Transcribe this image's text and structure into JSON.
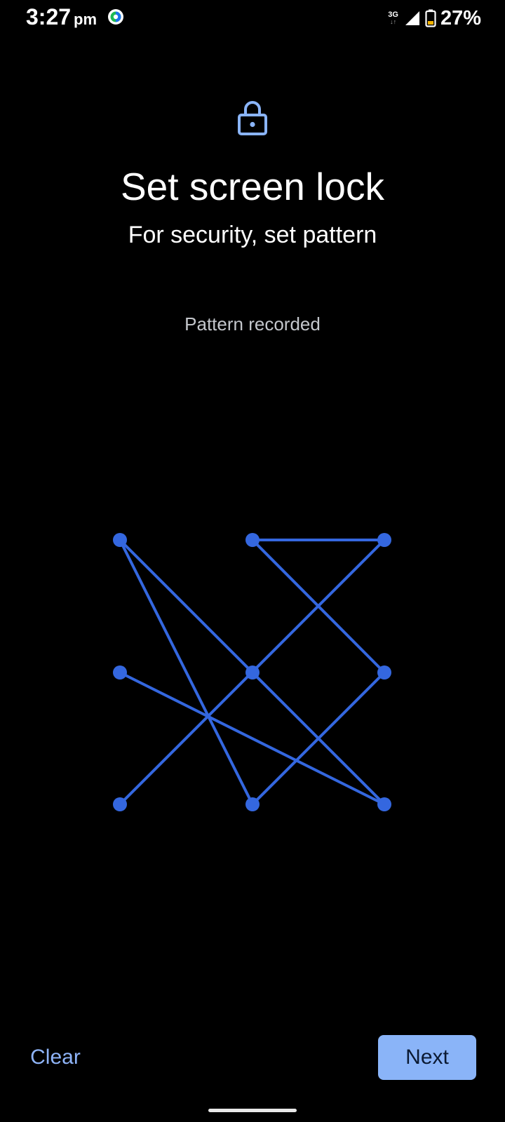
{
  "status_bar": {
    "time": "3:27",
    "ampm": "pm",
    "network_type": "3G",
    "battery_percent": "27%",
    "icons": [
      "app-notification-icon",
      "signal-icon",
      "battery-icon"
    ],
    "colors": {
      "battery_fill": "#f5b400",
      "app_icon_green": "#1db954",
      "app_icon_blue": "#1a73e8"
    }
  },
  "header": {
    "icon": "lock-icon",
    "title": "Set screen lock",
    "subtitle": "For security, set pattern"
  },
  "pattern": {
    "status_text": "Pattern recorded",
    "color": "#3467df",
    "dots": [
      {
        "row": 0,
        "col": 0
      },
      {
        "row": 0,
        "col": 1
      },
      {
        "row": 0,
        "col": 2
      },
      {
        "row": 1,
        "col": 0
      },
      {
        "row": 1,
        "col": 1
      },
      {
        "row": 1,
        "col": 2
      },
      {
        "row": 2,
        "col": 0
      },
      {
        "row": 2,
        "col": 1
      },
      {
        "row": 2,
        "col": 2
      }
    ],
    "segments": [
      [
        [
          0,
          1
        ],
        [
          0,
          2
        ]
      ],
      [
        [
          0,
          1
        ],
        [
          1,
          2
        ]
      ],
      [
        [
          0,
          2
        ],
        [
          2,
          0
        ]
      ],
      [
        [
          0,
          0
        ],
        [
          2,
          1
        ]
      ],
      [
        [
          0,
          0
        ],
        [
          2,
          2
        ]
      ],
      [
        [
          1,
          0
        ],
        [
          2,
          2
        ]
      ],
      [
        [
          2,
          1
        ],
        [
          1,
          2
        ]
      ]
    ]
  },
  "footer": {
    "clear_label": "Clear",
    "next_label": "Next",
    "accent_color": "#8ab4f8"
  }
}
